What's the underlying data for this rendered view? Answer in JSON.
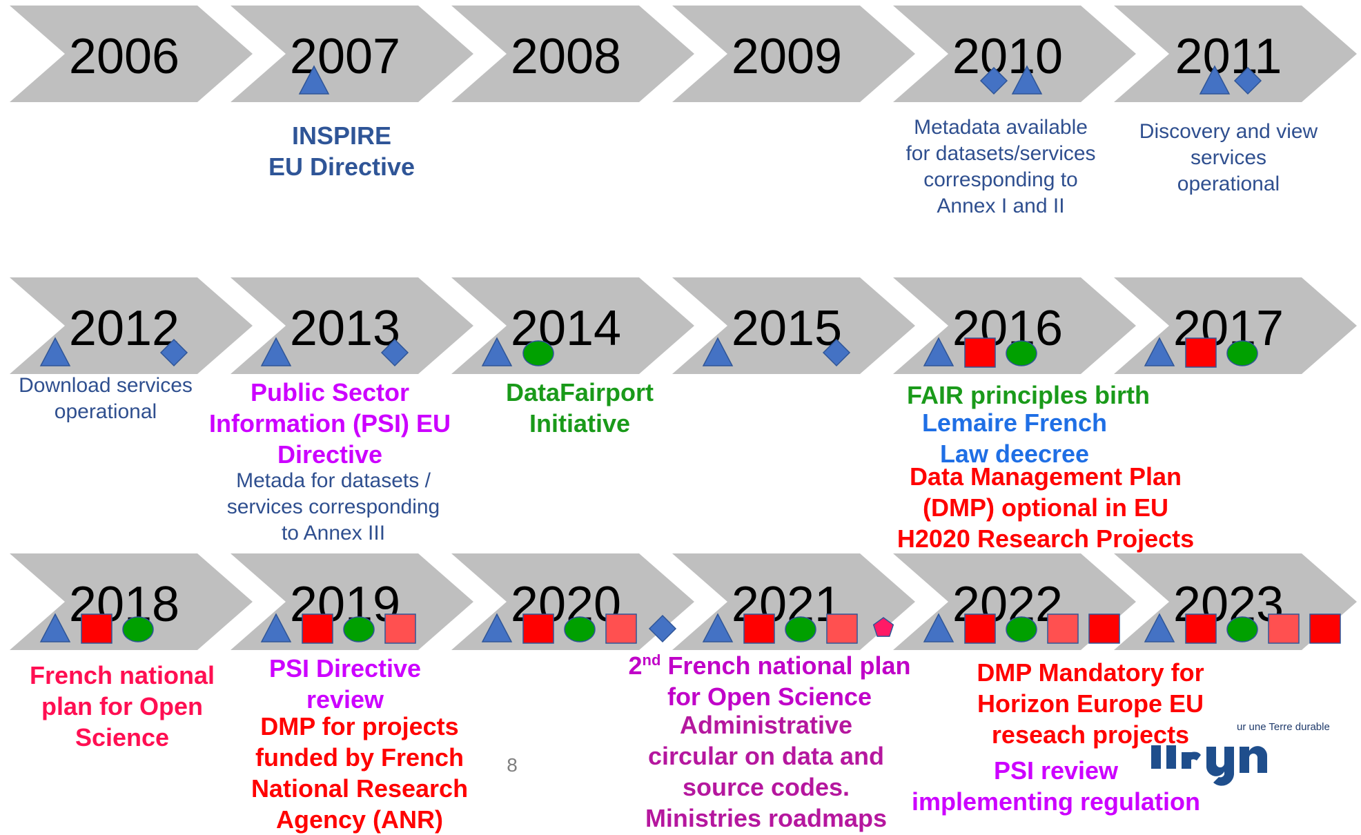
{
  "colors": {
    "chevron": "#BFBFBF",
    "triangle": "#4472C4",
    "diamond": "#4472C4",
    "square": "#FF0000",
    "square_light": "#FF5050",
    "circle": "#00A000",
    "pentagon": "#FF1A66"
  },
  "legend_shapes": [
    "triangle",
    "diamond",
    "square",
    "circle",
    "pentagon"
  ],
  "years": [
    {
      "label": "2006",
      "shapes": []
    },
    {
      "label": "2007",
      "shapes": [
        "triangle"
      ]
    },
    {
      "label": "2008",
      "shapes": []
    },
    {
      "label": "2009",
      "shapes": []
    },
    {
      "label": "2010",
      "shapes": [
        "diamond",
        "triangle"
      ]
    },
    {
      "label": "2011",
      "shapes": [
        "triangle",
        "diamond"
      ]
    },
    {
      "label": "2012",
      "shapes": [
        "triangle",
        "diamond"
      ]
    },
    {
      "label": "2013",
      "shapes": [
        "triangle",
        "diamond"
      ]
    },
    {
      "label": "2014",
      "shapes": [
        "triangle",
        "circle"
      ]
    },
    {
      "label": "2015",
      "shapes": [
        "triangle",
        "diamond"
      ]
    },
    {
      "label": "2016",
      "shapes": [
        "triangle",
        "square",
        "circle"
      ]
    },
    {
      "label": "2017",
      "shapes": [
        "triangle",
        "square",
        "circle"
      ]
    },
    {
      "label": "2018",
      "shapes": [
        "triangle",
        "square",
        "circle"
      ]
    },
    {
      "label": "2019",
      "shapes": [
        "triangle",
        "square",
        "circle",
        "square_light"
      ]
    },
    {
      "label": "2020",
      "shapes": [
        "triangle",
        "square",
        "circle",
        "square_light",
        "diamond"
      ]
    },
    {
      "label": "2021",
      "shapes": [
        "triangle",
        "square",
        "circle",
        "square_light",
        "pentagon"
      ]
    },
    {
      "label": "2022",
      "shapes": [
        "triangle",
        "square",
        "circle",
        "square_light",
        "square"
      ]
    },
    {
      "label": "2023",
      "shapes": [
        "triangle",
        "square",
        "circle",
        "square_light",
        "square"
      ]
    }
  ],
  "events": {
    "e2007": [
      "INSPIRE",
      "EU Directive"
    ],
    "e2010": [
      "Metadata available",
      "for datasets/services",
      "corresponding to",
      "Annex I and II"
    ],
    "e2011": [
      "Discovery and view",
      "services",
      "operational"
    ],
    "e2012": [
      "Download services",
      "operational"
    ],
    "e2013a": [
      "Public Sector",
      "Information (PSI) EU",
      "Directive"
    ],
    "e2013b": [
      "Metada for datasets /",
      "services corresponding",
      "to Annex III"
    ],
    "e2014": [
      "DataFairport",
      "Initiative"
    ],
    "e2016a": [
      "FAIR principles birth"
    ],
    "e2016b": [
      "Lemaire French",
      "Law deecree"
    ],
    "e2016c": [
      "Data Management Plan",
      "(DMP) optional in EU",
      "H2020 Research Projects"
    ],
    "e2018": [
      "French national",
      "plan for Open",
      "Science"
    ],
    "e2019a": [
      "PSI Directive",
      "review"
    ],
    "e2019b": [
      "DMP for projects",
      "funded by French",
      "National Research",
      "Agency (ANR)"
    ],
    "e2021a_sup": "nd",
    "e2021a": [
      "2",
      " French national plan",
      "for Open Science"
    ],
    "e2021b": [
      "Administrative",
      "circular on data and",
      "source codes.",
      "Ministries roadmaps"
    ],
    "e2022a": [
      "DMP Mandatory for",
      "Horizon Europe EU",
      "reseach projects"
    ],
    "e2022b": [
      "PSI review",
      "implementing regulation"
    ]
  },
  "page_number": "8",
  "logo": {
    "tagline": "ur une Terre durable",
    "wordmark": "brgm"
  }
}
